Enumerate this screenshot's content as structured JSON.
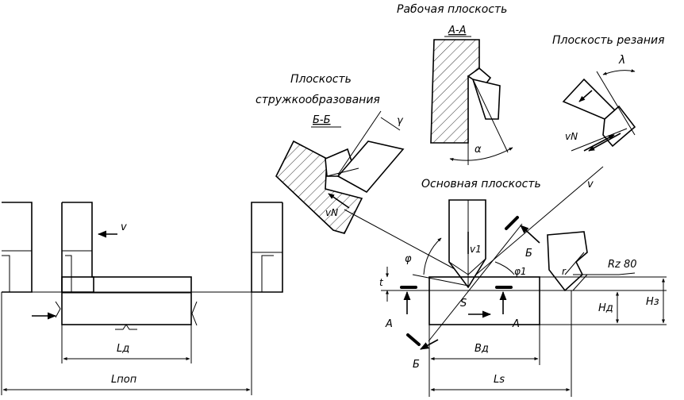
{
  "labels": {
    "rabochaya": "Рабочая плоскость",
    "section_aa": "А-А",
    "ploskost_rezaniya": "Плоскость резания",
    "lambda": "λ",
    "ploskost": "Плоскость",
    "struzhko": "стружкообразования",
    "section_bb": "Б-Б",
    "gamma": "γ",
    "alpha": "α",
    "osnovnaya": "Основная плоскость",
    "v": "v",
    "v_left": "v",
    "vn": "vN",
    "vn_right": "vN",
    "v1": "v1",
    "phi": "φ",
    "phi1": "φ1",
    "r": "r",
    "rz": "Rz 80",
    "t": "t",
    "s": "S",
    "a_left": "А",
    "a_right": "А",
    "b_upper": "Б",
    "b_lower": "Б",
    "hd": "Hд",
    "hz": "Hз",
    "bd": "Bд",
    "ls": "Ls",
    "ld": "Lд",
    "lpop": "Lпоп"
  }
}
